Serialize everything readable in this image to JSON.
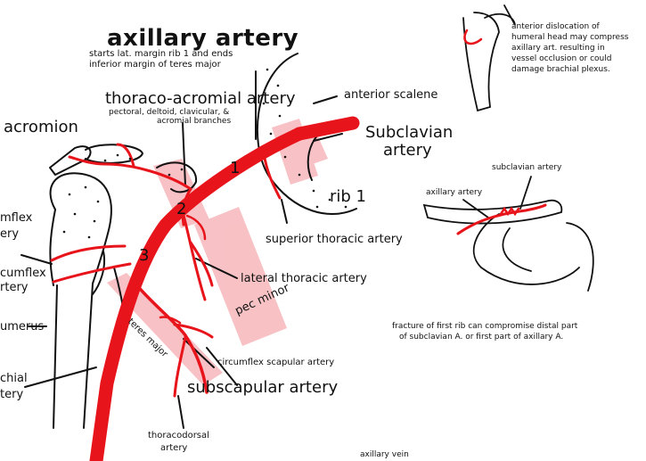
{
  "title": "axillary artery",
  "subtitle_lines": [
    "starts lat. margin rib 1 and ends",
    "inferior margin of teres major"
  ],
  "labels": {
    "thoraco_acromial": "thoraco-acromial artery",
    "thoraco_branches_1": "pectoral, deltoid, clavicular, &",
    "thoraco_branches_2": "acromial branches",
    "acromion": "acromion",
    "anterior_scalene": "anterior scalene",
    "subclavian_1": "Subclavian",
    "subclavian_2": "artery",
    "rib1": "rib 1",
    "superior_thoracic": "superior thoracic artery",
    "lateral_thoracic": "lateral thoracic artery",
    "pec_minor": "pec minor",
    "teres_major": "teres major",
    "circumflex_scapular": "circumflex scapular artery",
    "subscapular": "subscapular artery",
    "thoracodorsal_1": "thoracodorsal",
    "thoracodorsal_2": "artery",
    "circumflex_a_1": "mflex",
    "circumflex_a_2": "ery",
    "circumflex_b_1": "cumflex",
    "circumflex_b_2": "rtery",
    "humerus": "umerus",
    "brachial_1": "chial",
    "brachial_2": "tery",
    "part1": "1",
    "part2": "2",
    "part3": "3"
  },
  "notes": {
    "dislocation_lines": [
      "anterior dislocation of",
      "humeral head may compress",
      "axillary art. resulting in",
      "vessel occlusion or could",
      "damage brachial plexus."
    ],
    "inset_subclavian": "subclavian artery",
    "inset_axillary": "axillary artery",
    "fracture_lines": [
      "fracture of first rib can compromise distal part",
      "of subclavian A. or first part of axillary A."
    ],
    "axillary_vein": "axillary vein"
  },
  "colors": {
    "artery": "#e8141b",
    "highlight": "#f7b7bb",
    "ink": "#111111"
  }
}
